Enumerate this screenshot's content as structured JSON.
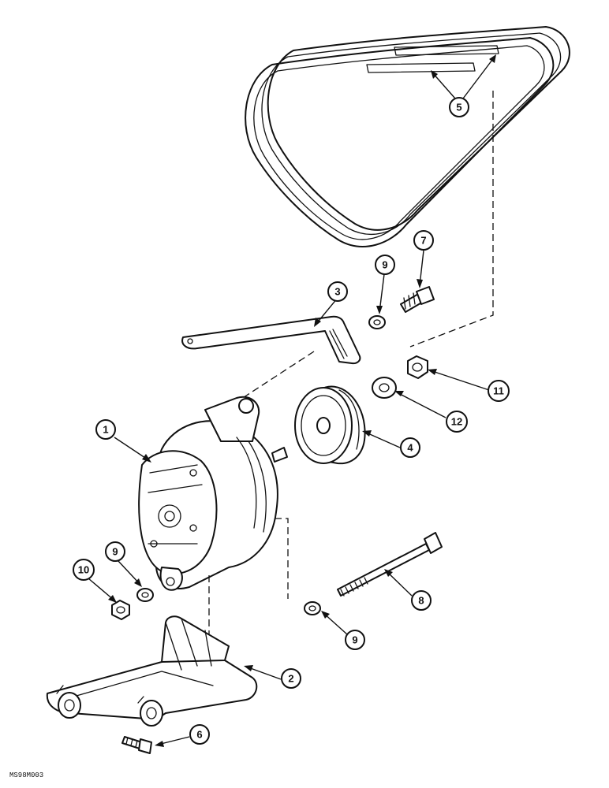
{
  "figure": {
    "drawing_code": "MS98M003"
  },
  "callouts": [
    {
      "id": "c1",
      "label": "1"
    },
    {
      "id": "c2",
      "label": "2"
    },
    {
      "id": "c3",
      "label": "3"
    },
    {
      "id": "c4",
      "label": "4"
    },
    {
      "id": "c5",
      "label": "5"
    },
    {
      "id": "c6",
      "label": "6"
    },
    {
      "id": "c7",
      "label": "7"
    },
    {
      "id": "c8",
      "label": "8"
    },
    {
      "id": "c9a",
      "label": "9"
    },
    {
      "id": "c9b",
      "label": "9"
    },
    {
      "id": "c9c",
      "label": "9"
    },
    {
      "id": "c10",
      "label": "10"
    },
    {
      "id": "c11",
      "label": "11"
    },
    {
      "id": "c12",
      "label": "12"
    }
  ]
}
